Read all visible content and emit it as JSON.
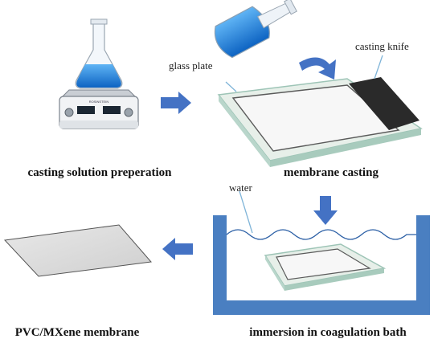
{
  "labels": {
    "casting_solution": "casting solution preperation",
    "membrane_casting": "membrane casting",
    "glass_plate": "glass plate",
    "casting_knife": "casting knife",
    "water": "water",
    "immersion": "immersion in coagulation bath",
    "product": "PVC/MXene membrane"
  },
  "stirrer_brand": "ROSINSTEIN",
  "colors": {
    "arrow": "#4472c4",
    "bath": "#4a7fc1",
    "liquid": "#1f7fd6",
    "glass_edge": "#9dc4b6",
    "knife": "#2a2a2a",
    "membrane": "#d8d8d8"
  }
}
